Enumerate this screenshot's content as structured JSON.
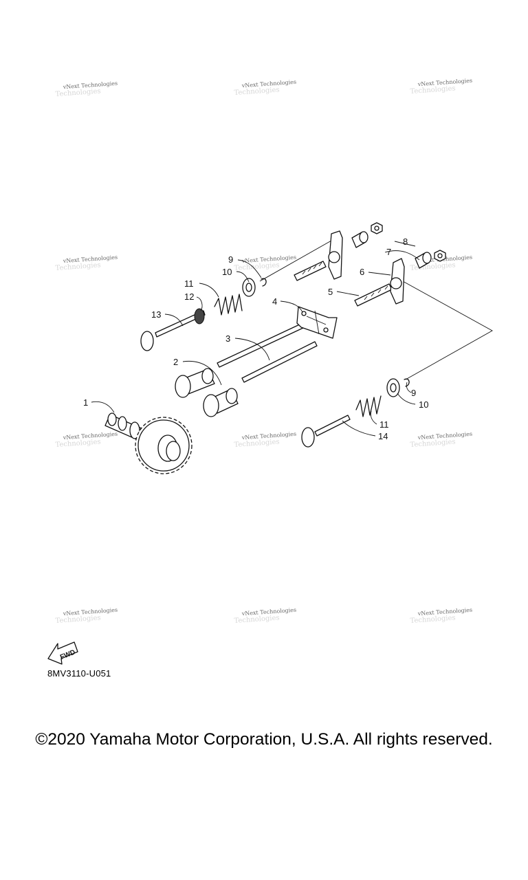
{
  "watermark": {
    "text": "vNext Technologies",
    "ghost": "Technologies"
  },
  "callouts": [
    "1",
    "2",
    "3",
    "4",
    "5",
    "6",
    "7",
    "8",
    "9",
    "10",
    "11",
    "12",
    "13",
    "14"
  ],
  "direction_badge": "FWD",
  "part_code": "8MV3110-U051",
  "copyright": "©2020 Yamaha Motor Corporation, U.S.A. All rights reserved.",
  "colors": {
    "ink": "#111111",
    "watermark": "#6a6a6a",
    "background": "#ffffff"
  }
}
